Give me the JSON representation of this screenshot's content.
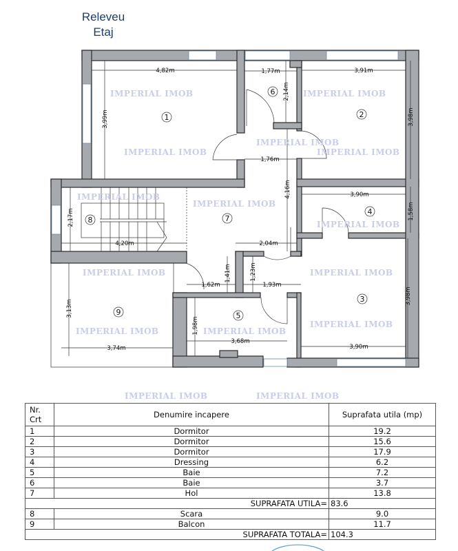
{
  "header": {
    "title_line1": "Releveu",
    "title_line2": "Etaj"
  },
  "watermark": "IMPERIAL IMOB",
  "plan": {
    "rooms": [
      {
        "num": "1"
      },
      {
        "num": "2"
      },
      {
        "num": "3"
      },
      {
        "num": "4"
      },
      {
        "num": "5"
      },
      {
        "num": "6"
      },
      {
        "num": "7"
      },
      {
        "num": "8"
      },
      {
        "num": "9"
      }
    ],
    "dimensions": [
      "4,82m",
      "1,77m",
      "3,91m",
      "3,99m",
      "2,14m",
      "3,98m",
      "1,76m",
      "4,16m",
      "3,90m",
      "1,58m",
      "2,17m",
      "4,20m",
      "2,04m",
      "1,41m",
      "1,23m",
      "1,62m",
      "1,93m",
      "3,98m",
      "3,13m",
      "1,98m",
      "3,68m",
      "3,74m",
      "3,90m"
    ]
  },
  "table": {
    "headers": {
      "nr": "Nr.",
      "crt": "Crt",
      "name": "Denumire incapere",
      "area": "Suprafata utila (mp)"
    },
    "rows": [
      {
        "nr": "1",
        "name": "Dormitor",
        "area": "19.2"
      },
      {
        "nr": "2",
        "name": "Dormitor",
        "area": "15.6"
      },
      {
        "nr": "3",
        "name": "Dormitor",
        "area": "17.9"
      },
      {
        "nr": "4",
        "name": "Dressing",
        "area": "6.2"
      },
      {
        "nr": "5",
        "name": "Baie",
        "area": "7.2"
      },
      {
        "nr": "6",
        "name": "Baie",
        "area": "3.7"
      },
      {
        "nr": "7",
        "name": "Hol",
        "area": "13.8"
      }
    ],
    "subtotal": {
      "label": "SUPRAFATA UTILA=",
      "value": "83.6"
    },
    "rows2": [
      {
        "nr": "8",
        "name": "Scara",
        "area": "9.0"
      },
      {
        "nr": "9",
        "name": "Balcon",
        "area": "11.7"
      }
    ],
    "total": {
      "label": "SUPRAFATA TOTALA=",
      "value": "104.3"
    }
  }
}
